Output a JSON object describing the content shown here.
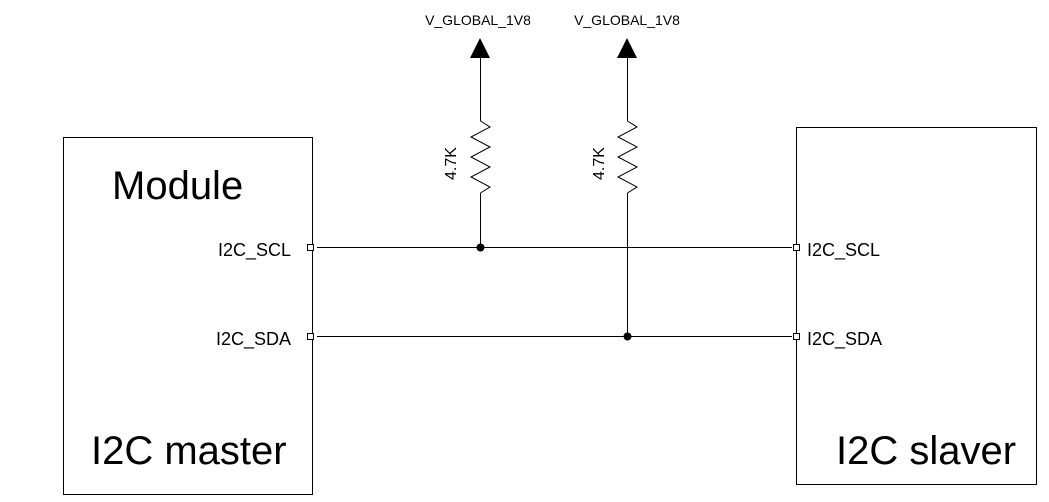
{
  "rails": {
    "scl_rail": "V_GLOBAL_1V8",
    "sda_rail": "V_GLOBAL_1V8"
  },
  "resistors": {
    "scl_pullup": "4.7K",
    "sda_pullup": "4.7K"
  },
  "master": {
    "title": "Module",
    "role": "I2C master",
    "pin_scl": "I2C_SCL",
    "pin_sda": "I2C_SDA"
  },
  "slave": {
    "role": "I2C slaver",
    "pin_scl": "I2C_SCL",
    "pin_sda": "I2C_SDA"
  }
}
